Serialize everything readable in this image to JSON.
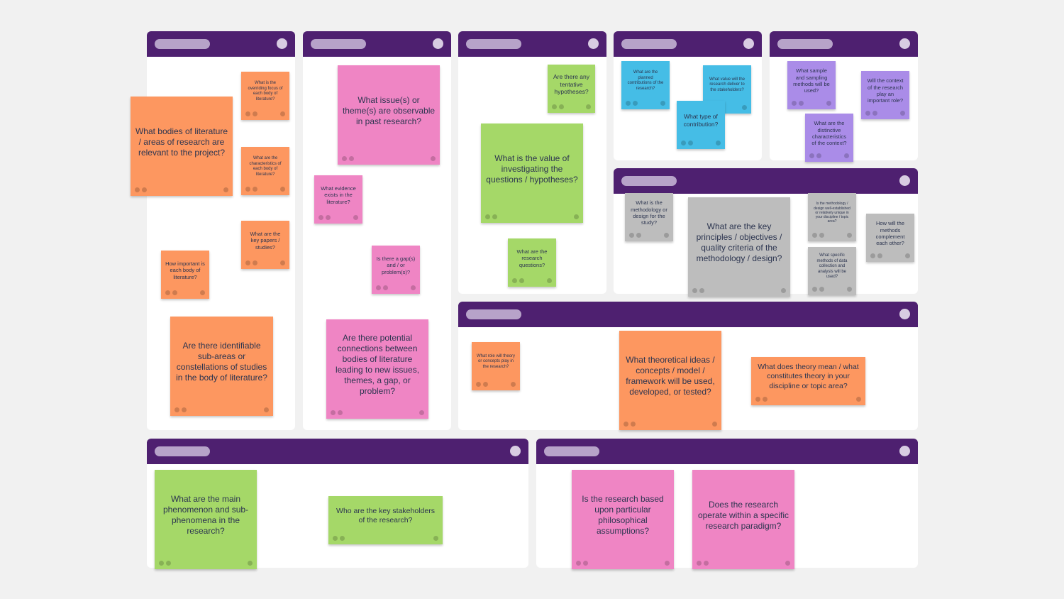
{
  "colors": {
    "header": "#4e2070",
    "orange": "#fd9760",
    "pink": "#ef85c4",
    "green": "#a5d868",
    "blue": "#45bde6",
    "purple": "#aa8ce8",
    "gray": "#bdbdbd"
  },
  "notes": {
    "lit_areas": "What bodies of literature / areas of research are relevant to the project?",
    "lit_focus": "What is the overriding focus of each body of literature?",
    "lit_characteristics": "What are the characteristics of each body of literature?",
    "lit_key_papers": "What are the key papers / studies?",
    "lit_importance": "How important is each body of literature?",
    "lit_subareas": "Are there identifiable sub-areas or constellations of studies in the body of literature?",
    "past_issues": "What issue(s) or theme(s) are observable in past research?",
    "evidence": "What evidence exists in the literature?",
    "gap": "Is there a gap(s) and / or problem(s)?",
    "connections": "Are there potential connections between bodies of literature leading to new issues, themes, a gap, or problem?",
    "hypotheses": "Are there any tentative hypotheses?",
    "value_questions": "What is the value of investigating the questions / hypotheses?",
    "research_questions": "What are the research questions?",
    "planned_contrib": "What are the planned contributions of the research?",
    "value_stakeholders": "What value will the research deliver to the stakeholders?",
    "contrib_type": "What type of contribution?",
    "sampling": "What sample and sampling methods will be used?",
    "context_role": "Will the context of the research play an important role?",
    "context_chars": "What are the distinctive characteristics of the context?",
    "methodology_study": "What is the methodology or design for the study?",
    "method_principles": "What are the key principles / objectives / quality criteria of the methodology / design?",
    "method_established": "Is the methodology / design well-established or relatively unique in your discipline / topic area?",
    "methods_complement": "How will the methods complement each other?",
    "data_methods": "What specific methods of data collection and analysis will be used?",
    "theory_role": "What role will theory or concepts play in the research?",
    "theory_ideas": "What theoretical ideas / concepts / model / framework will be used, developed, or tested?",
    "theory_meaning": "What does theory mean / what constitutes theory in your discipline or topic area?",
    "phenomenon": "What are the main phenomenon and sub-phenomena in the research?",
    "stakeholders": "Who are the key stakeholders of the research?",
    "philosophical": "Is the research based upon particular philosophical assumptions?",
    "paradigm": "Does the research operate within a specific research paradigm?"
  }
}
